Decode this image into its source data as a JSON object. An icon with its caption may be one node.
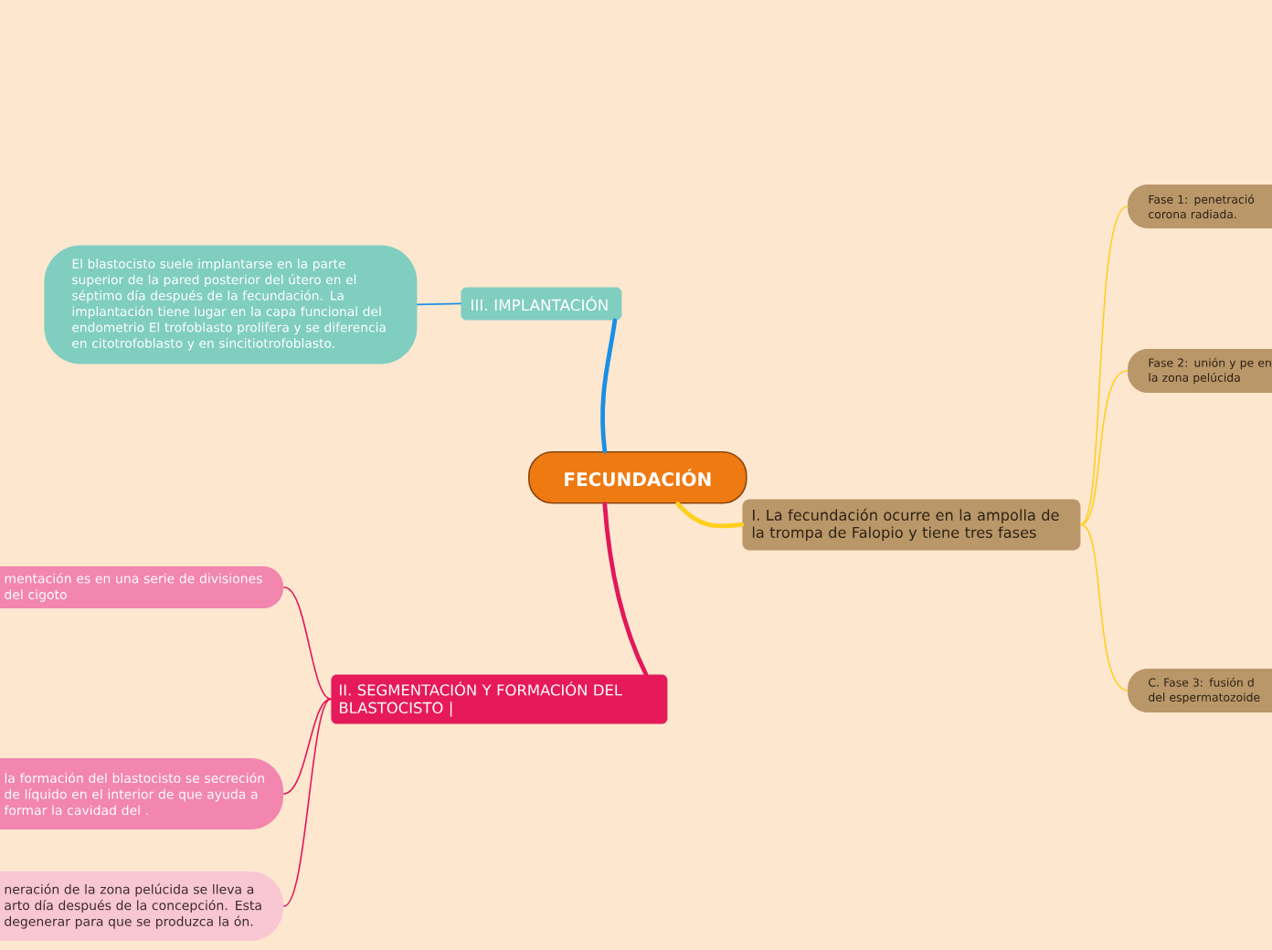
{
  "diagram": {
    "nodes": [
      {
        "text": [
          "FECUNDACIÓN"
        ]
      },
      {
        "text": [
          "I. La fecundación ocurre en la ampolla de la trompa de Falopio y tiene tres fases"
        ]
      },
      {
        "text": [
          "Fase 1: penetració corona radiada."
        ]
      },
      {
        "text": [
          "Fase 2: unión y pe en la zona pelúcida"
        ]
      },
      {
        "text": [
          "C. Fase 3: fusión d del espermatozoide"
        ]
      },
      {
        "text": [
          "II. SEGMENTACIÓN Y FORMACIÓN DEL BLASTOCISTO |"
        ]
      },
      {
        "text": [
          "mentación es en una serie de divisiones del cigoto"
        ]
      },
      {
        "text": [
          "la formación del blastocisto se secreción de líquido en el interior de que ayuda a formar la cavidad del ."
        ]
      },
      {
        "text": [
          "neración de la zona pelúcida se lleva a arto día después de la concepción. Esta degenerar para que se produzca la ón."
        ]
      },
      {
        "text": [
          "III. IMPLANTACIÓN"
        ]
      },
      {
        "text": [
          "El blastocisto suele implantarse en la parte superior de la pared posterior del útero en el séptimo día después de la fecundación. La implantación tiene lugar en la capa funcional del endometrio El trofoblasto prolifera y se diferencia en citotrofoblasto y en sincitiotrofoblasto."
        ]
      }
    ],
    "edges": [
      {
        "from": 0,
        "to": 1,
        "arrow": "none",
        "style": "thick",
        "color": "#ffcf1f"
      },
      {
        "from": 0,
        "to": 5,
        "arrow": "none",
        "style": "thick",
        "color": "#e3175a"
      },
      {
        "from": 0,
        "to": 9,
        "arrow": "none",
        "style": "thick",
        "color": "#1a8fe3"
      },
      {
        "from": 1,
        "to": 2,
        "arrow": "none",
        "color": "#ffcf1f"
      },
      {
        "from": 1,
        "to": 3,
        "arrow": "none",
        "color": "#ffcf1f"
      },
      {
        "from": 1,
        "to": 4,
        "arrow": "none",
        "color": "#ffcf1f"
      },
      {
        "from": 5,
        "to": 6,
        "arrow": "none",
        "color": "#e3175a"
      },
      {
        "from": 5,
        "to": 7,
        "arrow": "none",
        "color": "#e3175a"
      },
      {
        "from": 5,
        "to": 8,
        "arrow": "none",
        "color": "#e3175a"
      },
      {
        "from": 9,
        "to": 10,
        "arrow": "none",
        "color": "#1a8fe3"
      }
    ]
  }
}
